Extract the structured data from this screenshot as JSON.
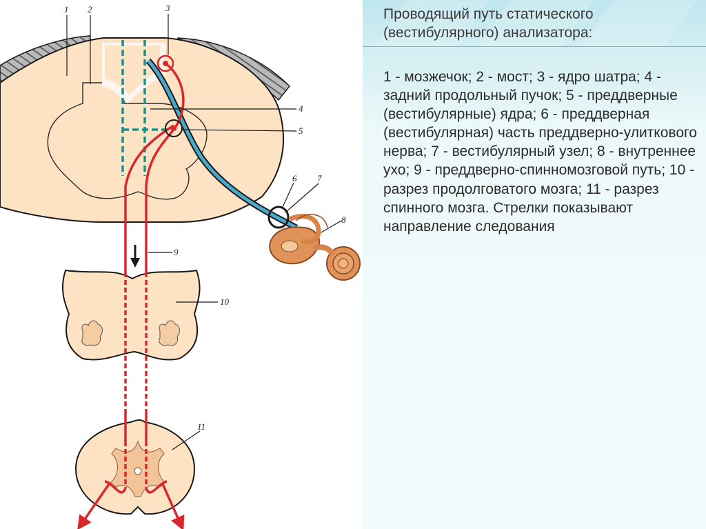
{
  "slide": {
    "title": "Проводящий путь статического (вестибулярного) анализатора:",
    "legend": "1 - мозжечок; 2 - мост; 3 - ядро шатра; 4 - задний продольный пучок; 5 - преддверные (вестибулярные) ядра; 6 - преддверная (вестибулярная) часть преддверно-улиткового нерва; 7 - вестибулярный узел; 8 - внутреннее ухо; 9 - преддверно-спинномозговой путь; 10 - разрез продолговатого мозга; 11 - разрез спинного мозга. Стрелки показывают направление следования"
  },
  "callouts": [
    "1",
    "2",
    "3",
    "4",
    "5",
    "6",
    "7",
    "8",
    "9",
    "10",
    "11"
  ],
  "colors": {
    "tissue_fill": "#fde3c4",
    "tissue_stroke": "#1a1a1a",
    "pathway_red": "#d9272e",
    "fascicle_teal": "#1d8f8a",
    "nerve_blue": "#4aa9c9",
    "ear": "#d7834a",
    "panel_bg": "#e9f6f8"
  }
}
